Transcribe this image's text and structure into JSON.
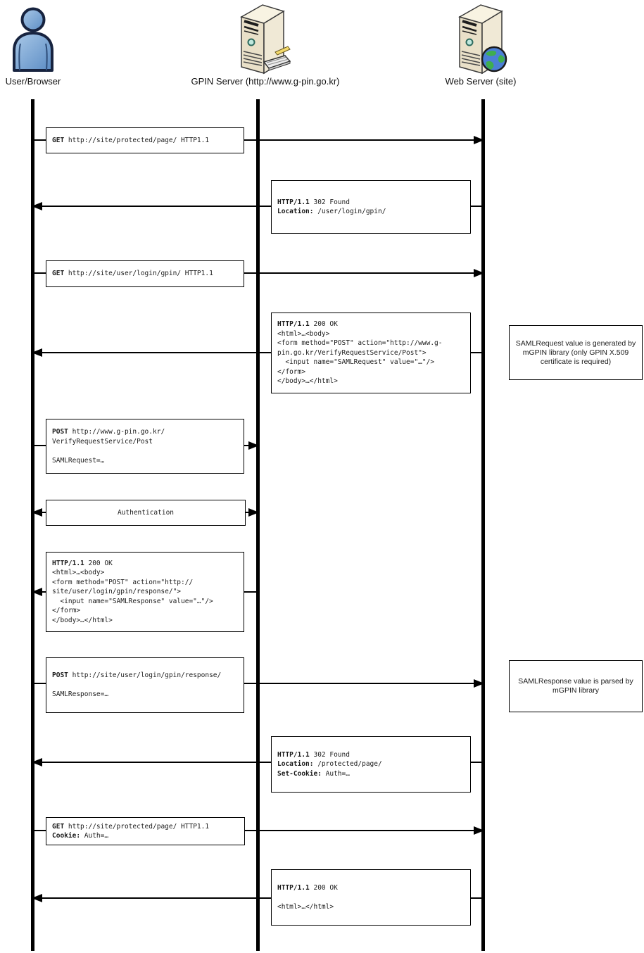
{
  "actors": {
    "user": {
      "label": "User/Browser",
      "icon": "person-icon"
    },
    "gpin": {
      "label": "GPIN Server (http://www.g-pin.go.kr)",
      "icon": "server-keyboard-icon"
    },
    "web": {
      "label": "Web Server (site)",
      "icon": "server-globe-icon"
    }
  },
  "colors": {
    "person_blue": "#5b8cc4",
    "server_beige": "#e9e0c8",
    "globe_blue": "#4b7fd6",
    "globe_green": "#3fae4e",
    "line_black": "#000000"
  },
  "messages": {
    "m1": {
      "l1b": "GET",
      "l1": " http://site/protected/page/ HTTP1.1"
    },
    "m2": {
      "l1b": "HTTP/1.1",
      "l1": " 302 Found",
      "l2b": "Location:",
      "l2": " /user/login/gpin/"
    },
    "m3": {
      "l1b": "GET",
      "l1": " http://site/user/login/gpin/ HTTP1.1"
    },
    "m4": {
      "l1b": "HTTP/1.1",
      "l1": " 200 OK",
      "l2": "<html>…<body>",
      "l3": "<form method=\"POST\" action=\"http://www.g-",
      "l4": "pin.go.kr/VerifyRequestService/Post\">",
      "l5": "  <input name=\"SAMLRequest\" value=\"…\"/>",
      "l6": "</form>",
      "l7": "</body>…</html>"
    },
    "m5": {
      "l1b": "POST",
      "l1": " http://www.g-pin.go.kr/",
      "l2": "VerifyRequestService/Post",
      "l3": "",
      "l4": "SAMLRequest=…"
    },
    "m6": {
      "l1": "Authentication"
    },
    "m7": {
      "l1b": "HTTP/1.1",
      "l1": " 200 OK",
      "l2": "<html>…<body>",
      "l3": "<form method=\"POST\" action=\"http://",
      "l4": "site/user/login/gpin/response/\">",
      "l5": "  <input name=\"SAMLResponse\" value=\"…\"/>",
      "l6": "</form>",
      "l7": "</body>…</html>"
    },
    "m8": {
      "l1b": "POST",
      "l1": " http://site/user/login/gpin/response/",
      "l2": "",
      "l3": "SAMLResponse=…"
    },
    "m9": {
      "l1b": "HTTP/1.1",
      "l1": " 302 Found",
      "l2b": "Location:",
      "l2": " /protected/page/",
      "l3b": "Set-Cookie:",
      "l3": " Auth=…"
    },
    "m10": {
      "l1b": "GET",
      "l1": " http://site/protected/page/ HTTP1.1",
      "l2b": "Cookie:",
      "l2": " Auth=…"
    },
    "m11": {
      "l1b": "HTTP/1.1",
      "l1": " 200 OK",
      "l2": "",
      "l3": "<html>…</html>"
    }
  },
  "notes": {
    "n1": "SAMLRequest value is generated by mGPIN library (only GPIN X.509 certificate is required)",
    "n2": "SAMLResponse value is parsed by mGPIN library"
  }
}
